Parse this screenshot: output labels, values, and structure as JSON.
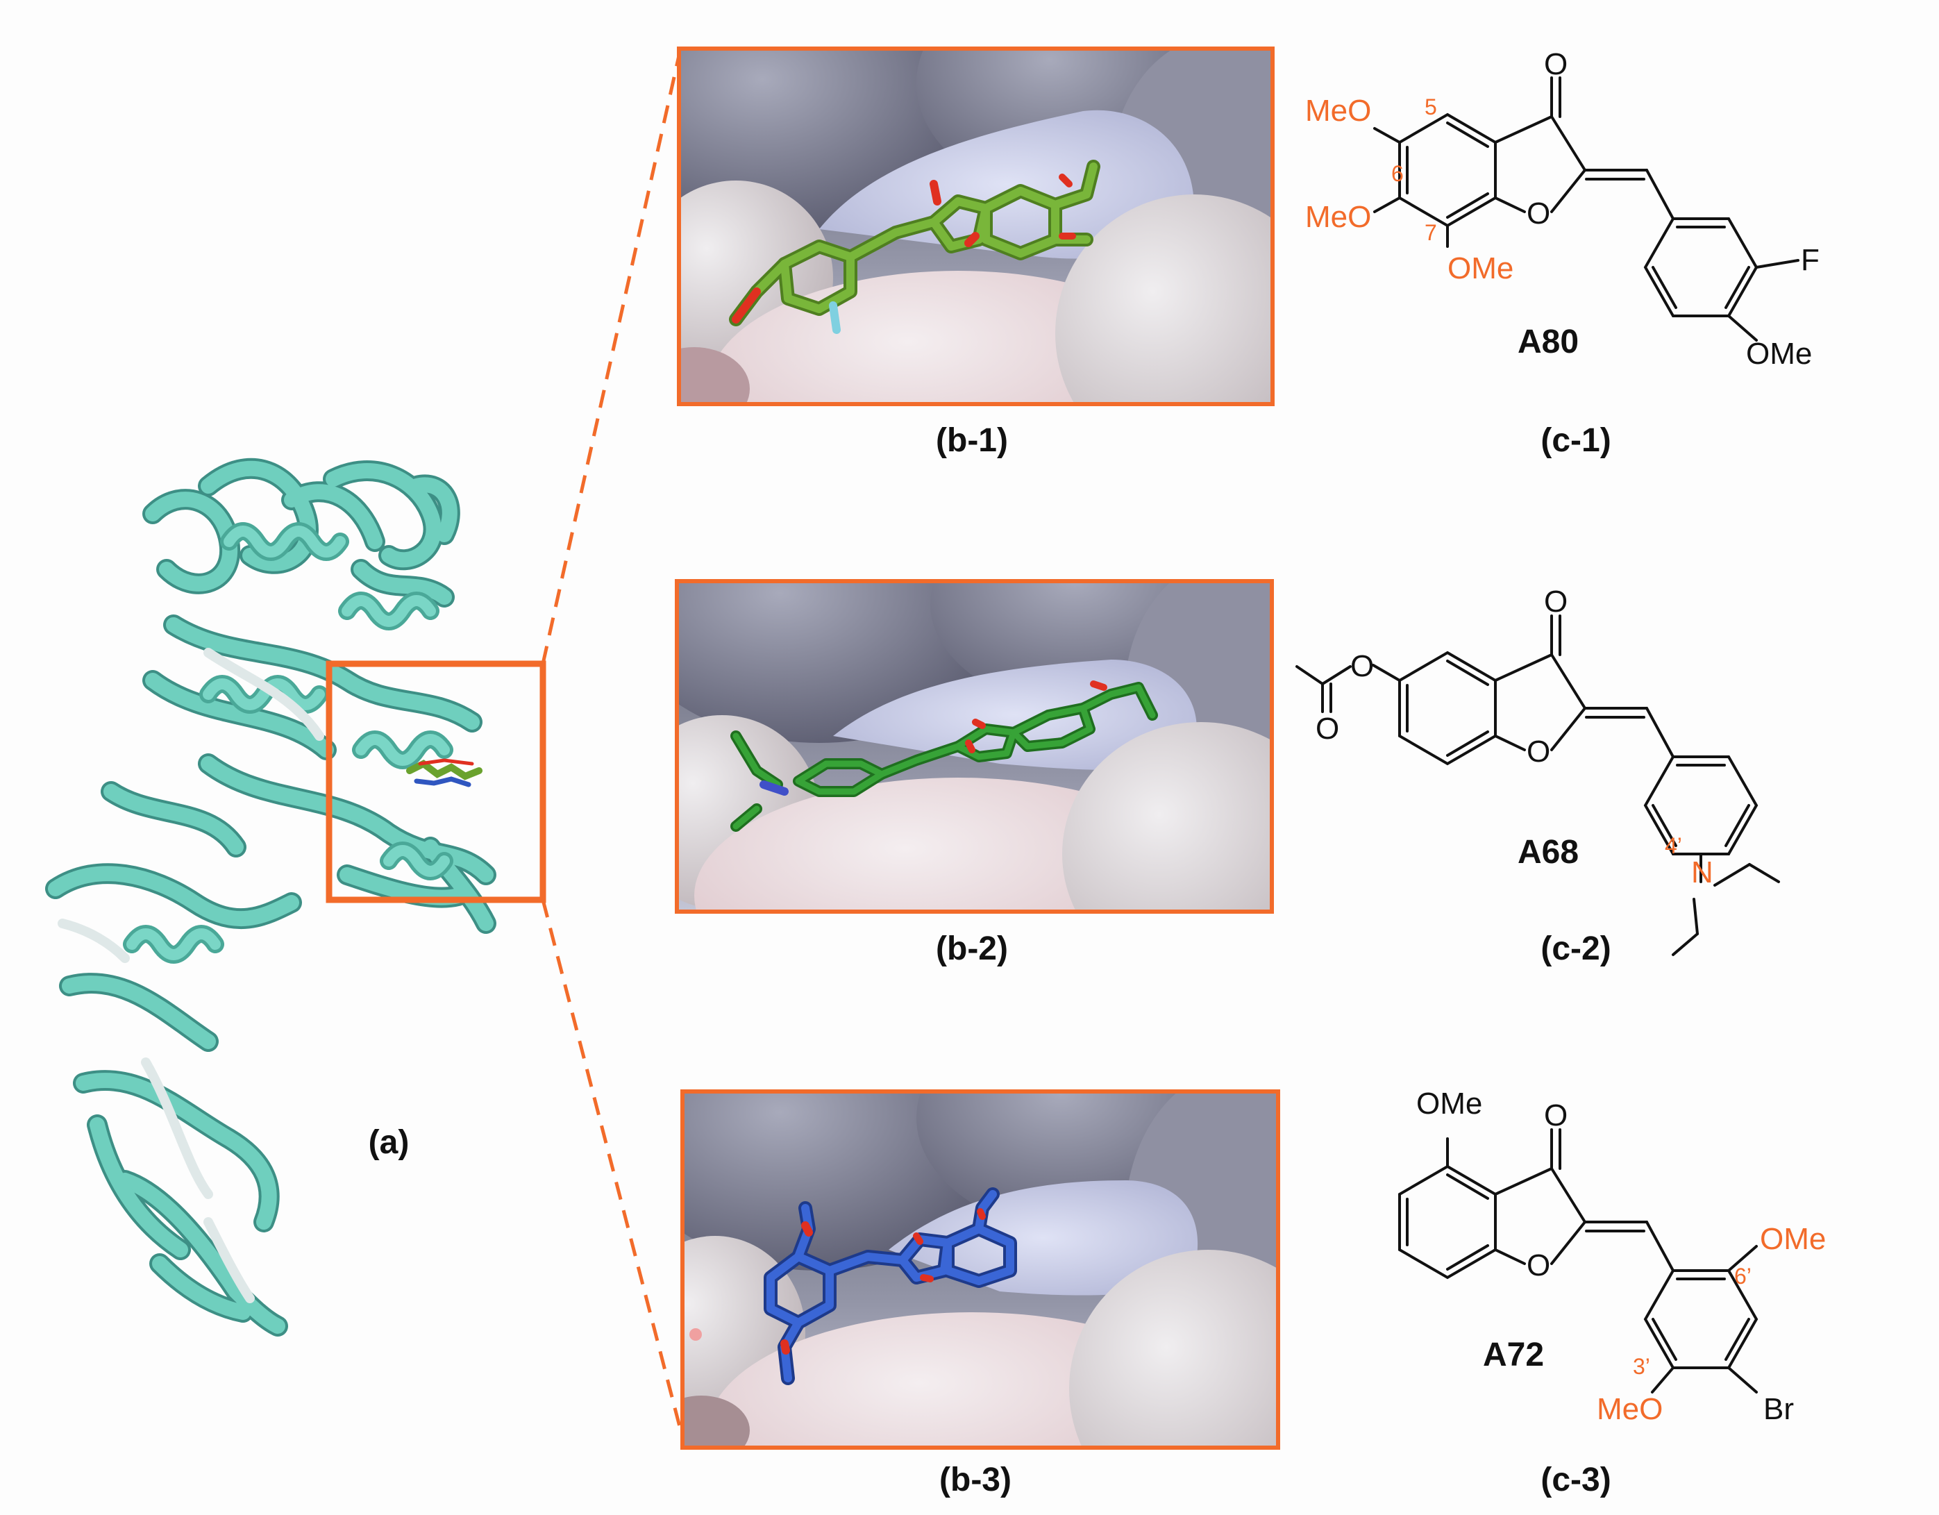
{
  "panels": {
    "a": {
      "label": "(a)"
    },
    "b": [
      {
        "label": "(b-1)"
      },
      {
        "label": "(b-2)"
      },
      {
        "label": "(b-3)"
      }
    ],
    "c": [
      {
        "label": "(c-1)",
        "compound": "A80",
        "atoms": {
          "O_keto": "O",
          "O_ring": "O",
          "F": "F",
          "OMe_right": "OMe",
          "MeO_5": "MeO",
          "MeO_6": "MeO",
          "OMe_7": "OMe"
        },
        "positions": {
          "p5": "5",
          "p6": "6",
          "p7": "7"
        }
      },
      {
        "label": "(c-2)",
        "compound": "A68",
        "atoms": {
          "O_keto": "O",
          "O_ring": "O",
          "O_ester": "O",
          "O_acyl": "O",
          "N": "N"
        },
        "positions": {
          "p4": "4’"
        }
      },
      {
        "label": "(c-3)",
        "compound": "A72",
        "atoms": {
          "O_keto": "O",
          "O_ring": "O",
          "OMe_4": "OMe",
          "OMe_6p": "OMe",
          "MeO_3p": "MeO",
          "Br": "Br"
        },
        "positions": {
          "p6": "6’",
          "p3": "3’"
        }
      }
    ]
  },
  "colors": {
    "highlight": "#f26b2a",
    "protein": "#5fbfb0",
    "ligand_b1": "#6aa22e",
    "ligand_b2": "#2e9a2e",
    "ligand_b3": "#2f56c0",
    "oxygen": "#e03020",
    "nitrogen": "#4050c8",
    "fluorine": "#7fd0e0"
  }
}
